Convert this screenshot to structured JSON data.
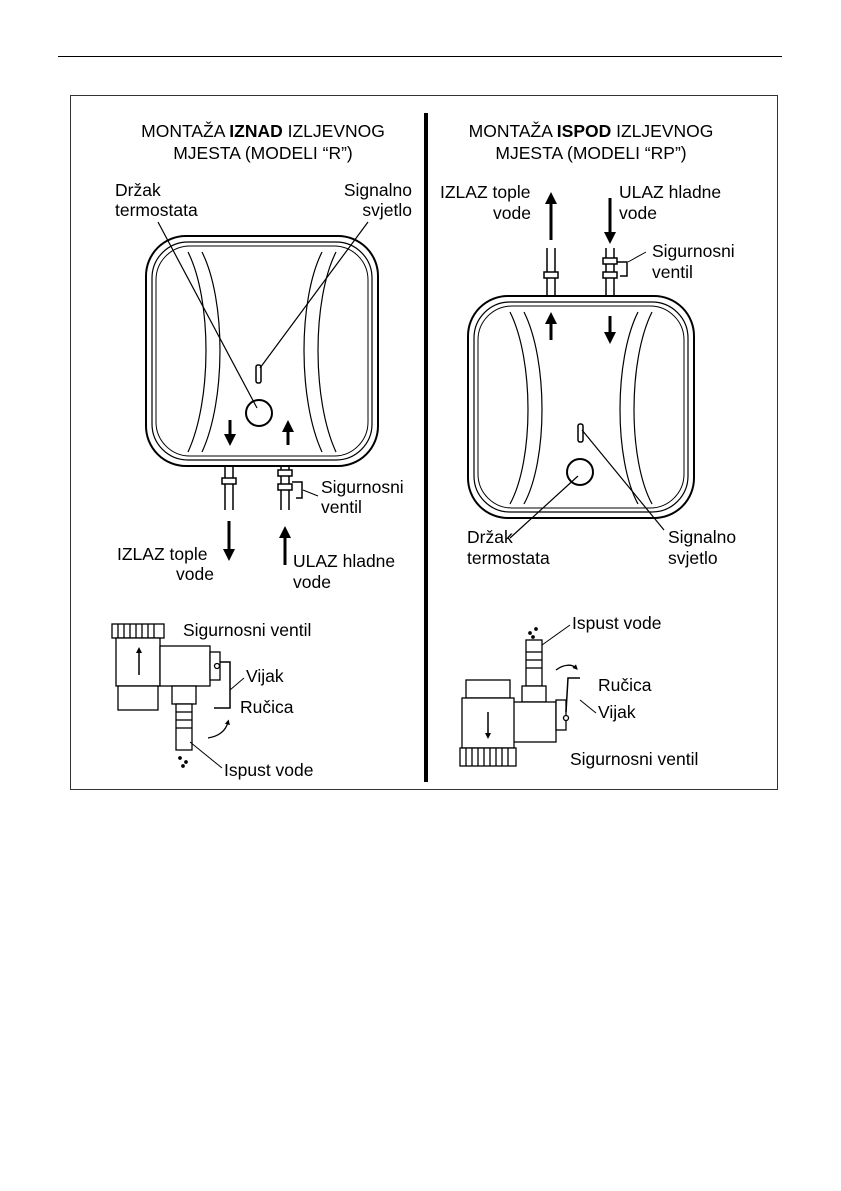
{
  "left_panel": {
    "heading_pre": "MONTAŽA ",
    "heading_bold": "IZNAD",
    "heading_post": " IZLJEVNOG",
    "heading_line2": "MJESTA (MODELI “R”)",
    "thermostat_line1": "Držak",
    "thermostat_line2": "termostata",
    "signal_line1": "Signalno",
    "signal_line2": "svjetlo",
    "safety_line1": "Sigurnosni",
    "safety_line2": "ventil",
    "hot_line1": "IZLAZ tople",
    "hot_line2": "vode",
    "cold_line1": "ULAZ hladne",
    "cold_line2": "vode",
    "valve_title": "Sigurnosni ventil",
    "valve_screw": "Vijak",
    "valve_handle": "Ručica",
    "valve_drain": "Ispust vode"
  },
  "right_panel": {
    "heading_pre": "MONTAŽA ",
    "heading_bold": "ISPOD",
    "heading_post": " IZLJEVNOG",
    "heading_line2": "MJESTA (MODELI “RP”)",
    "hot_line1": "IZLAZ tople",
    "hot_line2": "vode",
    "cold_line1": "ULAZ hladne",
    "cold_line2": "vode",
    "safety_line1": "Sigurnosni",
    "safety_line2": "ventil",
    "thermostat_line1": "Držak",
    "thermostat_line2": "termostata",
    "signal_line1": "Signalno",
    "signal_line2": "svjetlo",
    "valve_drain": "Ispust vode",
    "valve_handle": "Ručica",
    "valve_screw": "Vijak",
    "valve_title": "Sigurnosni ventil"
  }
}
